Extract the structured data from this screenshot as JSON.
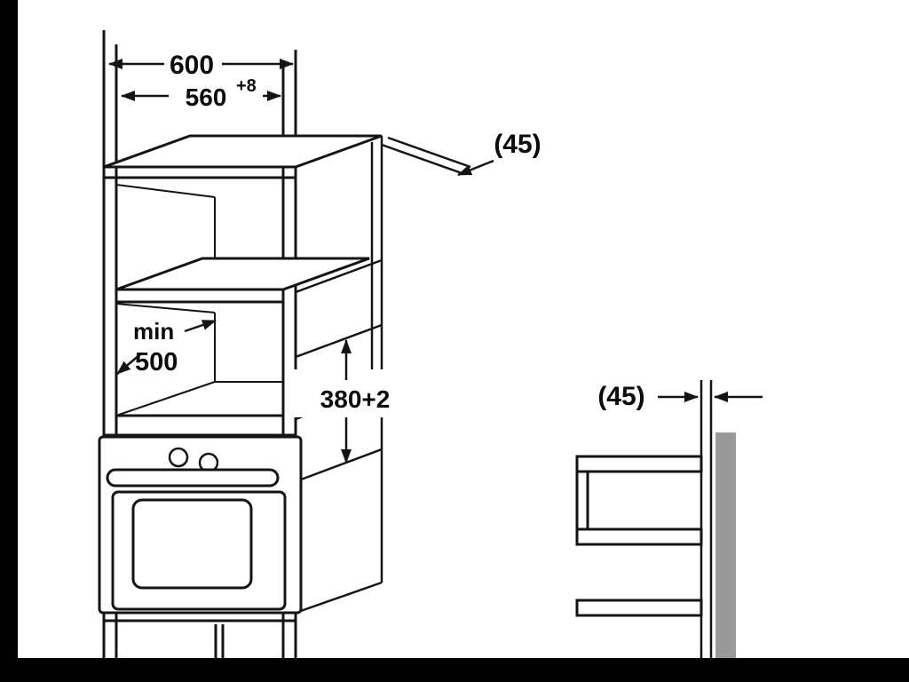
{
  "figure": {
    "type": "appliance-installation-dimension-diagram",
    "dimensions": {
      "overall_width": "600",
      "niche_width": "560",
      "niche_width_tolerance": "+8",
      "rear_gap": "(45)",
      "min_depth_label": "min",
      "min_depth_value": "500",
      "niche_height": "380+2",
      "side_rear_gap": "(45)"
    },
    "colors": {
      "line": "#141414",
      "background": "#ffffff",
      "wall_gray": "#999999",
      "letterbox": "#000000"
    }
  }
}
